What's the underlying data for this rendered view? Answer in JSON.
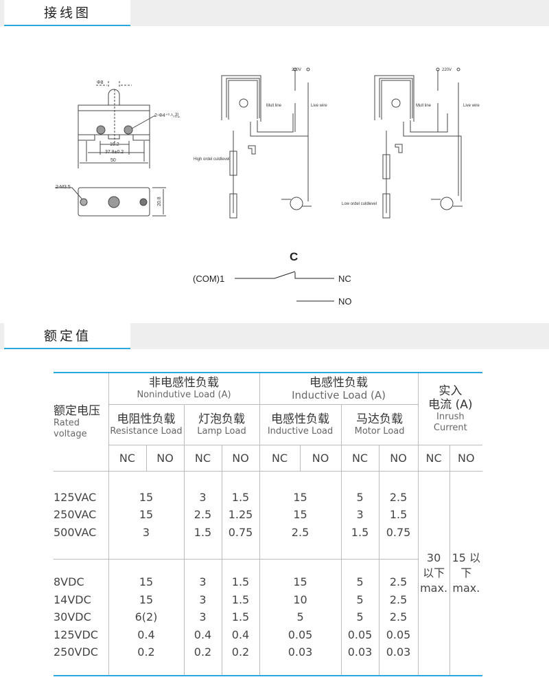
{
  "sections": {
    "wiring": "接线图",
    "rating": "额定值"
  },
  "dims": {
    "phi8": "Φ8",
    "holes": "2-Φ4⁺⁰·¹₀孔",
    "d1": "19.2",
    "d2": "37.8±0.2",
    "d3": "50",
    "m35": "2-M3.5",
    "h": "20.8"
  },
  "circuit1": {
    "voltage": "220V",
    "mull": "Mull line",
    "live": "Live wire",
    "level": "High ordel culdlevel"
  },
  "circuit2": {
    "voltage": "220V",
    "mull": "Mull line",
    "live": "Live wire",
    "level": "Low ordel culdlevel"
  },
  "schematic": {
    "c": "C",
    "com": "(COM)1",
    "nc": "NC",
    "no": "NO"
  },
  "table": {
    "rated_cn": "额定电压",
    "rated_en1": "Rated",
    "rated_en2": "voltage",
    "nonind_cn": "非电感性负载",
    "nonind_en": "Nonindutive Load (A)",
    "ind_cn": "电感性负载",
    "ind_en": "Inductive Load (A)",
    "inrush_cn1": "实入",
    "inrush_cn2": "电流 (A)",
    "inrush_en": "Inrush Current",
    "res_cn": "电阻性负载",
    "res_en": "Resistance Load",
    "lamp_cn": "灯泡负载",
    "lamp_en": "Lamp Load",
    "indl_cn": "电感性负载",
    "indl_en": "Inductive Load",
    "motor_cn": "马达负载",
    "motor_en": "Motor Load",
    "nc": "NC",
    "no": "NO",
    "ac": {
      "voltage": [
        "125VAC",
        "250VAC",
        "500VAC"
      ],
      "res": [
        "15",
        "15",
        "3"
      ],
      "lamp_nc": [
        "3",
        "2.5",
        "1.5"
      ],
      "lamp_no": [
        "1.5",
        "1.25",
        "0.75"
      ],
      "ind": [
        "15",
        "15",
        "2.5"
      ],
      "motor_nc": [
        "5",
        "3",
        "1.5"
      ],
      "motor_no": [
        "2.5",
        "1.5",
        "0.75"
      ]
    },
    "dc": {
      "voltage": [
        "8VDC",
        "14VDC",
        "30VDC",
        "125VDC",
        "250VDC"
      ],
      "res": [
        "15",
        "15",
        "6(2)",
        "0.4",
        "0.2"
      ],
      "lamp_nc": [
        "3",
        "3",
        "3",
        "0.4",
        "0.2"
      ],
      "lamp_no": [
        "1.5",
        "1.5",
        "1.5",
        "0.4",
        "0.2"
      ],
      "ind": [
        "15",
        "10",
        "5",
        "0.05",
        "0.03"
      ],
      "motor_nc": [
        "5",
        "5",
        "5",
        "0.05",
        "0.03"
      ],
      "motor_no": [
        "2.5",
        "2.5",
        "2.5",
        "0.05",
        "0.03"
      ]
    },
    "inrush_nc": [
      "30",
      "以下",
      "max."
    ],
    "inrush_no": [
      "15 以",
      "下",
      "max."
    ]
  }
}
